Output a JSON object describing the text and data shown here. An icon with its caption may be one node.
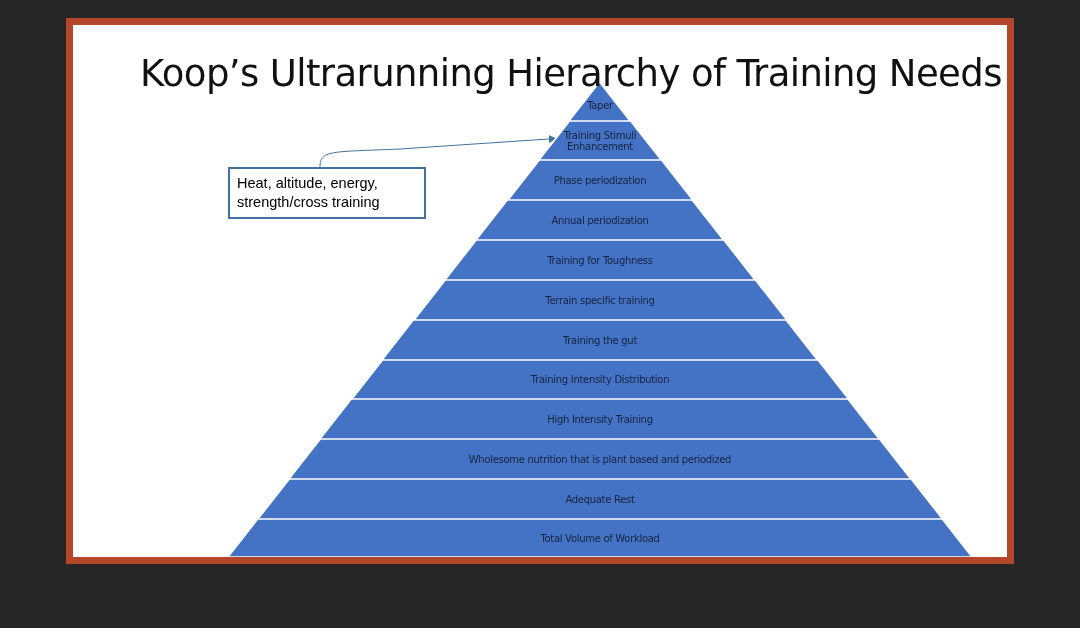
{
  "diagram": {
    "title": "Koop’s Ultrarunning Hierarchy of Training Needs",
    "nodes": [
      {
        "text": [
          "Taper"
        ]
      },
      {
        "text": [
          "Training Stimuli Enhancement"
        ]
      },
      {
        "text": [
          "Phase periodization"
        ]
      },
      {
        "text": [
          "Annual periodization"
        ]
      },
      {
        "text": [
          "Training for Toughness"
        ]
      },
      {
        "text": [
          "Terrain specific training"
        ]
      },
      {
        "text": [
          "Training the gut"
        ]
      },
      {
        "text": [
          "Training Intensity Distribution"
        ]
      },
      {
        "text": [
          "High Intensity Training"
        ]
      },
      {
        "text": [
          "Wholesome nutrition that is plant based and periodized"
        ]
      },
      {
        "text": [
          "Adequate Rest"
        ]
      },
      {
        "text": [
          "Total Volume of Workload"
        ]
      },
      {
        "text": [
          "Heat, altitude, energy, strength/cross training"
        ]
      }
    ],
    "edges": [
      {
        "from": 12,
        "to": 1,
        "arrow": "to"
      }
    ]
  }
}
